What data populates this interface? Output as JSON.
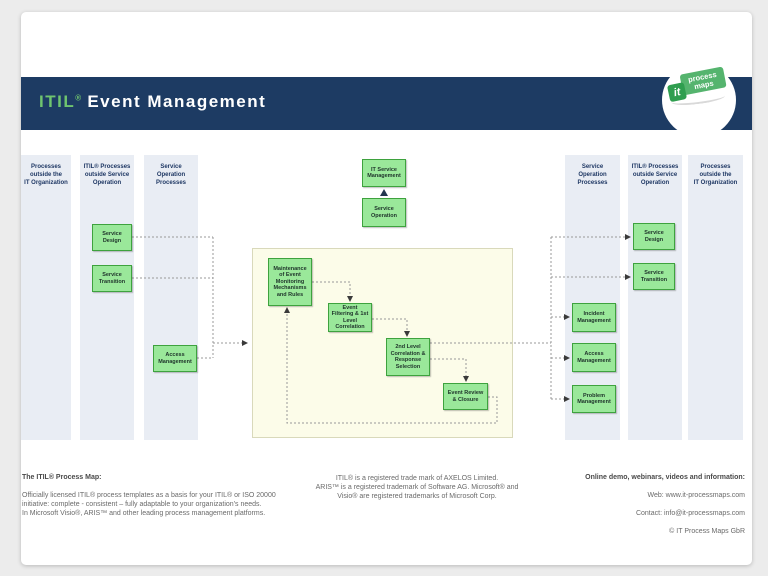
{
  "header": {
    "title_itil": "ITIL",
    "title_reg": "®",
    "title_main": " Event Management",
    "logo": {
      "it": "it",
      "process_maps": "process\nmaps"
    }
  },
  "lanes": [
    {
      "id": "processes-outside-it-left",
      "label": "Processes\noutside the\nIT Organization"
    },
    {
      "id": "itil-outside-so-left",
      "label": "ITIL® Processes\noutside Service\nOperation"
    },
    {
      "id": "service-operation-left",
      "label": "Service\nOperation\nProcesses"
    },
    {
      "id": "service-operation-right",
      "label": "Service\nOperation\nProcesses"
    },
    {
      "id": "itil-outside-so-right",
      "label": "ITIL® Processes\noutside Service\nOperation"
    },
    {
      "id": "processes-outside-it-right",
      "label": "Processes\noutside the\nIT Organization"
    }
  ],
  "boxes": {
    "service_design_left": "Service\nDesign",
    "service_transition_left": "Service\nTransition",
    "access_management_left": "Access\nManagement",
    "it_service_management": "IT Service\nManagement",
    "service_operation": "Service\nOperation",
    "maintenance": "Maintenance\nof Event\nMonitoring\nMechanisms\nand Rules",
    "event_filtering": "Event\nFiltering & 1st\nLevel\nCorrelation",
    "second_level": "2nd Level\nCorrelation &\nResponse\nSelection",
    "event_review": "Event Review\n& Closure",
    "service_design_right": "Service\nDesign",
    "service_transition_right": "Service\nTransition",
    "incident_management": "Incident\nManagement",
    "access_management_right": "Access\nManagement",
    "problem_management": "Problem\nManagement"
  },
  "footer": {
    "left_title": "The ITIL® Process Map:",
    "left_body": "Officially licensed ITIL® process templates as a basis for your ITIL® or ISO 20000\ninitiative: complete - consistent – fully adaptable to your organization's needs.\nIn Microsoft Visio®, ARIS™ and other leading process management platforms.",
    "center": "ITIL® is a registered trade mark of AXELOS Limited.\nARIS™ is a  registered trademark of Software AG. Microsoft® and\nVisio® are registered trademarks of Microsoft Corp.",
    "right_title": "Online demo, webinars, videos and information:",
    "right_web": "Web: www.it-processmaps.com",
    "right_contact": "Contact: info@it-processmaps.com",
    "right_copyright": "© IT Process Maps GbR"
  },
  "colors": {
    "navy": "#1d3b63",
    "title_green": "#6fc46f",
    "lane_bg": "#e9edf4",
    "box_fill": "#9ae89a",
    "box_border": "#3ea23e",
    "center_bg": "#fcfce9",
    "connector": "#999999"
  }
}
